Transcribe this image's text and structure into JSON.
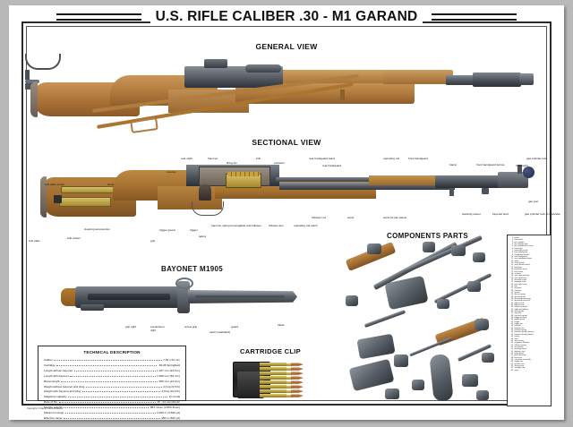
{
  "poster": {
    "title": "U.S. RIFLE CALIBER .30 - M1 GARAND",
    "copyright": "Copyright © Diamil Inacio Pestana"
  },
  "sections": {
    "general_view": "GENERAL VIEW",
    "sectional_view": "SECTIONAL VIEW",
    "bayonet": "BAYONET M1905",
    "components_parts": "COMPONENTS PARTS",
    "cartridge_clip": "CARTRIDGE CLIP",
    "technical_description": "TECHNICAL DESCRIPTION"
  },
  "sectional_labels": {
    "top": [
      "rear sight",
      "hammer",
      "firing pin",
      "bolt",
      "extractor",
      "rear handguard band",
      "rear handguard",
      "operating rod",
      "front handguard",
      "barrel",
      "front handguard ferrule",
      "front sight",
      "gas cylinder lock"
    ],
    "bottom": [
      "receiver",
      "trigger guard",
      "trigger",
      "safety",
      "hammer spring housing",
      "slide and follower",
      "follower arm",
      "operating rod catch",
      "follower rod",
      "stock",
      "stock ferrule swivel",
      "stacking swivel",
      "bayonet stud",
      "gas port",
      "gas cylinder lock screw/valve"
    ],
    "stock_area": [
      "butt plate screw",
      "stock",
      "cleaning accessories",
      "butt swivel",
      "butt plate",
      "grip"
    ]
  },
  "bayonet_labels": [
    "grip right",
    "escutcheon right",
    "screw grip",
    "catch (scabbard)",
    "guard",
    "blade"
  ],
  "technical_description": {
    "title": "TECHNICAL DESCRIPTION",
    "rows": [
      {
        "key": "Caliber",
        "value": "7,62 x 63 mm"
      },
      {
        "key": "Cartridge",
        "value": ".30-06 Springfield"
      },
      {
        "key": "Length without bayonet",
        "value": "1.107 mm (43,6 in)"
      },
      {
        "key": "Length with bayonet",
        "value": "1.508 mm (59,4 in)"
      },
      {
        "key": "Barrel length",
        "value": "609 mm (24,0 in)"
      },
      {
        "key": "Weight without bayonet and sling",
        "value": "4,3 kg (9,5 lb)"
      },
      {
        "key": "Weight with bayonet and sling",
        "value": "4,8 kg (10,6 lb)"
      },
      {
        "key": "Magazine capacity",
        "value": "8 rounds"
      },
      {
        "key": "Rate of fire",
        "value": "16 - 24 rounds/min"
      },
      {
        "key": "Muzzle velocity",
        "value": "853 m/sec (2.800 ft/sec)"
      },
      {
        "key": "Maximum range",
        "value": "3.200 m (3.500 yd)"
      },
      {
        "key": "Effective range",
        "value": "460 m (500 yd)"
      }
    ]
  },
  "parts_legend": [
    {
      "n": "1",
      "label": "barrel"
    },
    {
      "n": "2",
      "label": "front band"
    },
    {
      "n": "3",
      "label": "gas cylinder"
    },
    {
      "n": "4",
      "label": "gas cylinder lock"
    },
    {
      "n": "5",
      "label": "gas cylinder lock screw"
    },
    {
      "n": "6",
      "label": "front sight"
    },
    {
      "n": "7",
      "label": "front sight screw"
    },
    {
      "n": "8",
      "label": "front handguard"
    },
    {
      "n": "9",
      "label": "handguard ferrule"
    },
    {
      "n": "10",
      "label": "rear handguard"
    },
    {
      "n": "11",
      "label": "rear handguard band"
    },
    {
      "n": "12",
      "label": "stock"
    },
    {
      "n": "13",
      "label": "stock ferrule"
    },
    {
      "n": "14",
      "label": "stock ferrule swivel"
    },
    {
      "n": "15",
      "label": "butt plate"
    },
    {
      "n": "16",
      "label": "butt plate screw"
    },
    {
      "n": "17",
      "label": "butt swivel"
    },
    {
      "n": "18",
      "label": "receiver"
    },
    {
      "n": "19",
      "label": "rear sight aperture"
    },
    {
      "n": "20",
      "label": "rear sight base"
    },
    {
      "n": "21",
      "label": "elevation knob"
    },
    {
      "n": "22",
      "label": "windage knob"
    },
    {
      "n": "23",
      "label": "rear sight cover"
    },
    {
      "n": "24",
      "label": "bolt"
    },
    {
      "n": "25",
      "label": "firing pin"
    },
    {
      "n": "26",
      "label": "extractor"
    },
    {
      "n": "27",
      "label": "ejector"
    },
    {
      "n": "28",
      "label": "ejector spring"
    },
    {
      "n": "29",
      "label": "operating rod"
    },
    {
      "n": "30",
      "label": "operating rod spring"
    },
    {
      "n": "31",
      "label": "operating rod catch"
    },
    {
      "n": "32",
      "label": "follower rod"
    },
    {
      "n": "33",
      "label": "follower arm"
    },
    {
      "n": "34",
      "label": "follower arm pin"
    },
    {
      "n": "35",
      "label": "slide and follower"
    },
    {
      "n": "36",
      "label": "bullet guide"
    },
    {
      "n": "37",
      "label": "clip latch"
    },
    {
      "n": "38",
      "label": "clip latch spring"
    },
    {
      "n": "39",
      "label": "trigger housing"
    },
    {
      "n": "40",
      "label": "trigger guard"
    },
    {
      "n": "41",
      "label": "trigger"
    },
    {
      "n": "42",
      "label": "trigger pin"
    },
    {
      "n": "43",
      "label": "hammer"
    },
    {
      "n": "44",
      "label": "hammer pin"
    },
    {
      "n": "45",
      "label": "hammer spring"
    },
    {
      "n": "46",
      "label": "hammer spring housing"
    },
    {
      "n": "47",
      "label": "hammer spring plunger"
    },
    {
      "n": "48",
      "label": "safety"
    },
    {
      "n": "49",
      "label": "sear"
    },
    {
      "n": "50",
      "label": "sear spring"
    },
    {
      "n": "51",
      "label": "magazine follower"
    },
    {
      "n": "52",
      "label": "follower spring"
    },
    {
      "n": "53",
      "label": "accelerator"
    },
    {
      "n": "54",
      "label": "stacking swivel"
    },
    {
      "n": "55",
      "label": "bayonet stud"
    },
    {
      "n": "56",
      "label": "lower band"
    },
    {
      "n": "57",
      "label": "lower band pin"
    },
    {
      "n": "58",
      "label": "barrel pin"
    },
    {
      "n": "59",
      "label": "connector assembly"
    },
    {
      "n": "60",
      "label": "trigger lug"
    },
    {
      "n": "61",
      "label": "guard screw"
    },
    {
      "n": "62",
      "label": "receiver pin"
    },
    {
      "n": "63",
      "label": "cartridge clip"
    },
    {
      "n": "64",
      "label": "sling"
    }
  ]
}
